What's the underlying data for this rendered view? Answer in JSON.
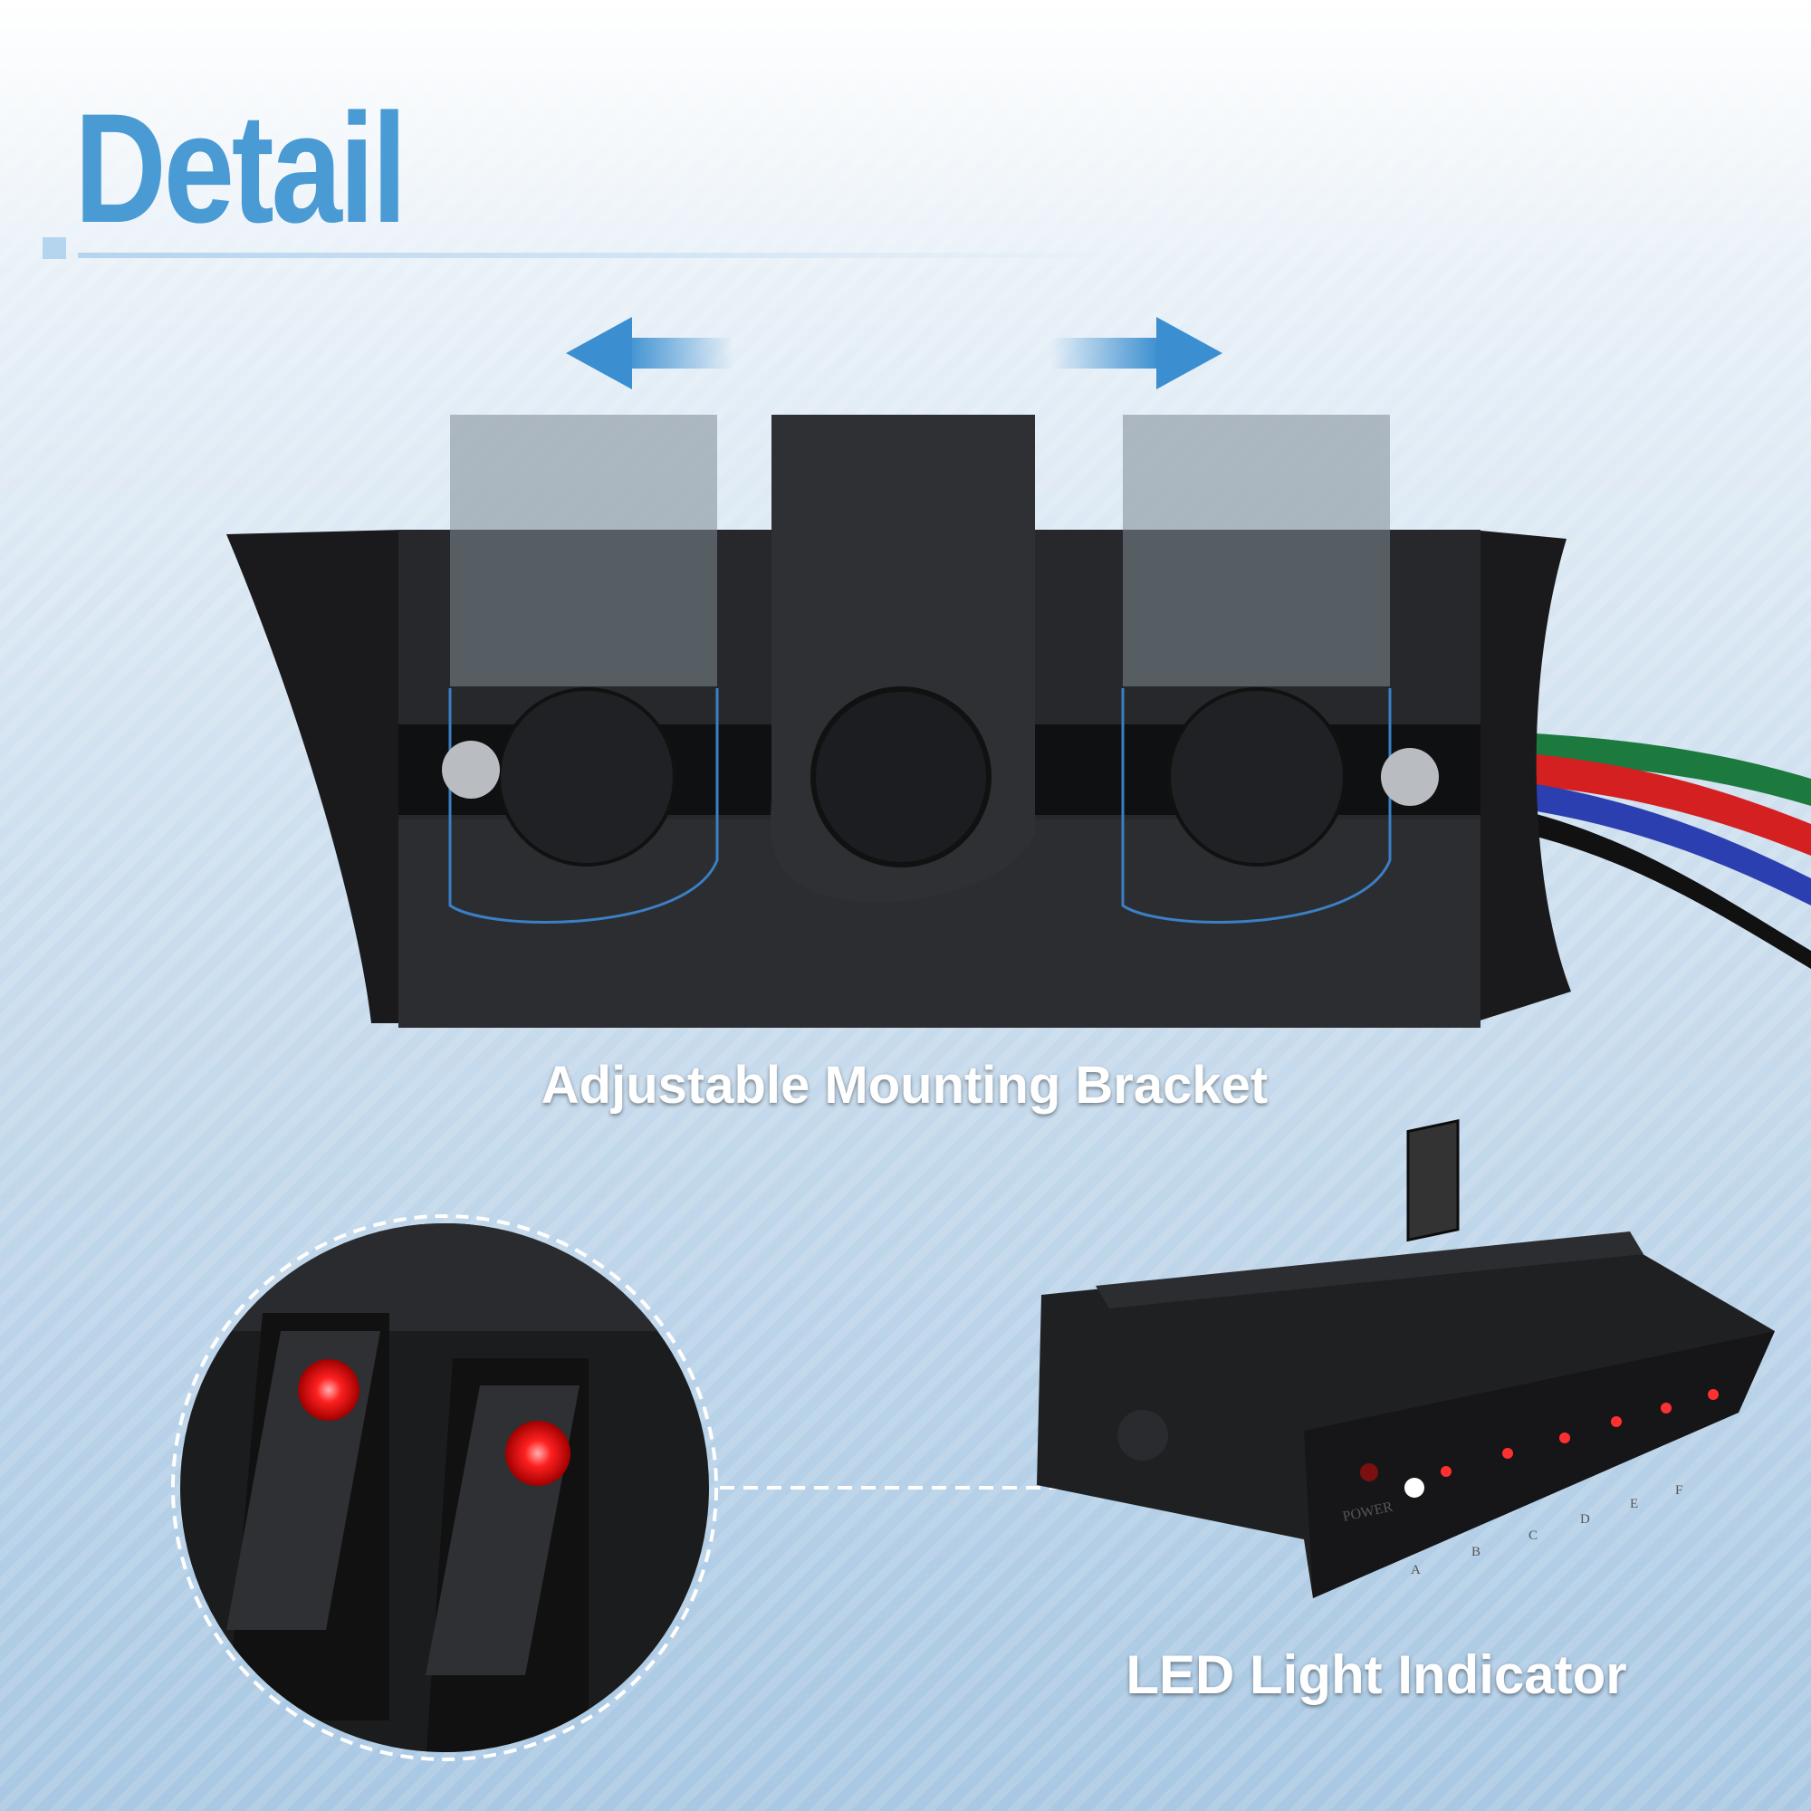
{
  "heading": "Detail",
  "features": {
    "bracket_caption": "Adjustable Mounting Bracket",
    "led_caption": "LED Light Indicator"
  },
  "switch_panel": {
    "power_label": "POWER",
    "switch_labels": [
      "A",
      "B",
      "C",
      "D",
      "E",
      "F"
    ]
  },
  "colors": {
    "accent": "#4a9bd4",
    "led": "#ff2020"
  }
}
